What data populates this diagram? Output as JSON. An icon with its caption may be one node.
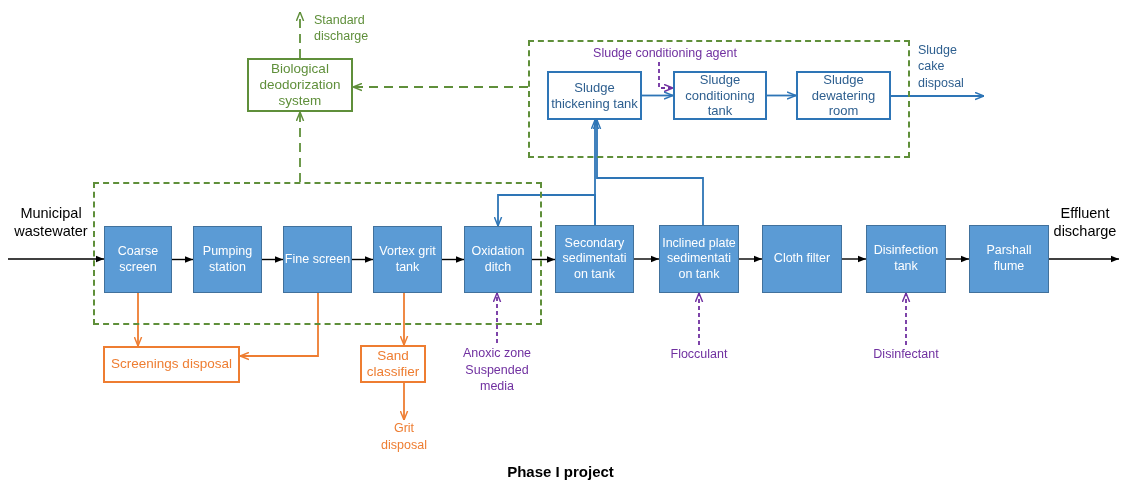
{
  "diagram": {
    "caption": "Phase I project",
    "nodes": [
      {
        "text": [
          "Biological deodorization system"
        ]
      },
      {
        "text": [],
        "shape": "box"
      },
      {
        "text": [
          "Sludge thickening tank"
        ],
        "in": 1
      },
      {
        "text": [
          "Sludge conditioning tank"
        ],
        "in": 1
      },
      {
        "text": [
          "Sludge dewatering room"
        ],
        "in": 1
      },
      {
        "text": [],
        "shape": "box"
      },
      {
        "text": [
          "Coarse screen"
        ],
        "in": 5
      },
      {
        "text": [
          "Pumping station"
        ],
        "in": 5
      },
      {
        "text": [
          "Fine screen"
        ],
        "in": 5
      },
      {
        "text": [
          "Vortex grit tank"
        ],
        "in": 5
      },
      {
        "text": [
          "Oxidation ditch"
        ],
        "in": 5
      },
      {
        "text": [
          "Secondary sedimentati on tank"
        ]
      },
      {
        "text": [
          "Inclined plate sedimentati on tank"
        ]
      },
      {
        "text": [
          "Cloth filter"
        ]
      },
      {
        "text": [
          "Disinfection tank"
        ]
      },
      {
        "text": [
          "Parshall flume"
        ]
      },
      {
        "text": [
          "Screenings disposal"
        ]
      },
      {
        "text": [
          "Sand classifier"
        ]
      },
      {
        "text": [
          "Grit disposal"
        ]
      },
      {
        "text": [
          "Anoxic zone Suspended media"
        ]
      },
      {
        "text": [
          "Flocculant"
        ]
      },
      {
        "text": [
          "Disinfectant"
        ]
      },
      {
        "text": [
          "Sludge conditioning agent"
        ],
        "in": 1
      },
      {
        "text": [
          "Municipal wastewater"
        ]
      },
      {
        "text": [
          "Standard discharge"
        ]
      },
      {
        "text": [
          "Sludge cake disposal"
        ]
      },
      {
        "text": [
          "Effluent discharge"
        ]
      }
    ],
    "edges": [
      {
        "from": 23,
        "to": 6,
        "arrow": "to"
      },
      {
        "from": 6,
        "to": 7,
        "arrow": "to"
      },
      {
        "from": 7,
        "to": 8,
        "arrow": "to"
      },
      {
        "from": 8,
        "to": 9,
        "arrow": "to"
      },
      {
        "from": 9,
        "to": 10,
        "arrow": "to"
      },
      {
        "from": 10,
        "to": 11,
        "arrow": "to"
      },
      {
        "from": 11,
        "to": 12,
        "arrow": "to"
      },
      {
        "from": 12,
        "to": 13,
        "arrow": "to"
      },
      {
        "from": 13,
        "to": 14,
        "arrow": "to"
      },
      {
        "from": 14,
        "to": 15,
        "arrow": "to"
      },
      {
        "from": 15,
        "to": 26,
        "arrow": "to"
      },
      {
        "from": 6,
        "to": 16,
        "arrow": "to",
        "color": "#ee7d31"
      },
      {
        "from": 8,
        "to": 16,
        "arrow": "to",
        "color": "#ee7d31"
      },
      {
        "from": 9,
        "to": 17,
        "arrow": "to",
        "color": "#ee7d31"
      },
      {
        "from": 17,
        "to": 18,
        "arrow": "to",
        "color": "#ee7d31"
      },
      {
        "from": 19,
        "to": 10,
        "arrow": "to",
        "style": "dashed",
        "color": "#7030a0"
      },
      {
        "from": 20,
        "to": 12,
        "arrow": "to",
        "style": "dashed",
        "color": "#7030a0"
      },
      {
        "from": 21,
        "to": 14,
        "arrow": "to",
        "style": "dashed",
        "color": "#7030a0"
      },
      {
        "from": 22,
        "to": 3,
        "arrow": "to",
        "style": "dashed",
        "color": "#7030a0"
      },
      {
        "from": 2,
        "to": 3,
        "arrow": "to",
        "color": "#2e75b6"
      },
      {
        "from": 3,
        "to": 4,
        "arrow": "to",
        "color": "#2e75b6"
      },
      {
        "from": 4,
        "to": 25,
        "arrow": "to",
        "color": "#2e75b6"
      },
      {
        "from": 11,
        "to": 2,
        "arrow": "to",
        "color": "#2e75b6"
      },
      {
        "from": 12,
        "to": 2,
        "arrow": "to",
        "color": "#2e75b6"
      },
      {
        "from": 11,
        "to": 10,
        "arrow": "to",
        "color": "#2e75b6"
      },
      {
        "from": 5,
        "to": 0,
        "arrow": "to",
        "style": "dashed",
        "color": "#5f8f3a"
      },
      {
        "from": 1,
        "to": 0,
        "arrow": "to",
        "style": "dashed",
        "color": "#5f8f3a"
      },
      {
        "from": 0,
        "to": 24,
        "arrow": "to",
        "style": "dashed",
        "color": "#5f8f3a"
      }
    ]
  }
}
